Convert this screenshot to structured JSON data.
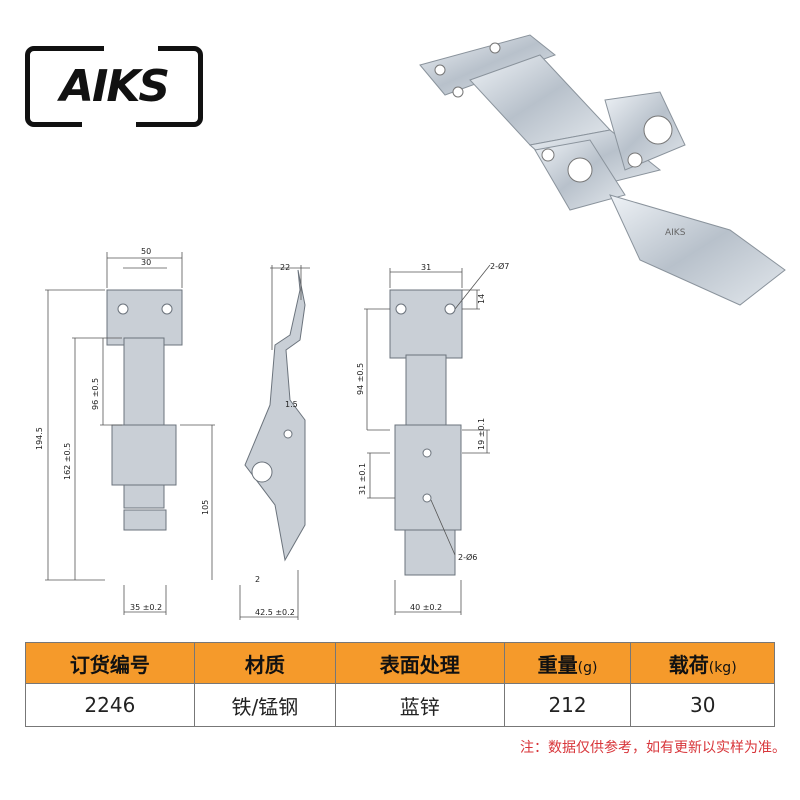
{
  "brand": {
    "logo_text": "AIKS"
  },
  "dimensions": {
    "front": {
      "w50": "50",
      "w30": "30",
      "h194": "194.5",
      "h162": "162 ±0.5",
      "h96": "96 ±0.5",
      "h105": "105",
      "w35": "35 ±0.2"
    },
    "side": {
      "w22": "22",
      "t15": "1.5",
      "t2": "2",
      "w42": "42.5 ±0.2"
    },
    "back": {
      "w31": "31",
      "hole7": "2-Ø7",
      "h14": "14",
      "h94": "94 ±0.5",
      "h19": "19 ±0.1",
      "h31": "31 ±0.1",
      "hole6": "2-Ø6",
      "w40": "40 ±0.2"
    }
  },
  "product_label": "AIKS",
  "table": {
    "headers": [
      {
        "text": "订货编号",
        "unit": ""
      },
      {
        "text": "材质",
        "unit": ""
      },
      {
        "text": "表面处理",
        "unit": ""
      },
      {
        "text": "重量",
        "unit": "(g)"
      },
      {
        "text": "载荷",
        "unit": "(kg)"
      }
    ],
    "row": [
      "2246",
      "铁/锰钢",
      "蓝锌",
      "212",
      "30"
    ]
  },
  "note": "注：数据仅供参考，如有更新以实样为准。",
  "colors": {
    "header_bg": "#f59a2b",
    "note": "#d8353a",
    "metal": "#c9cfd6"
  }
}
